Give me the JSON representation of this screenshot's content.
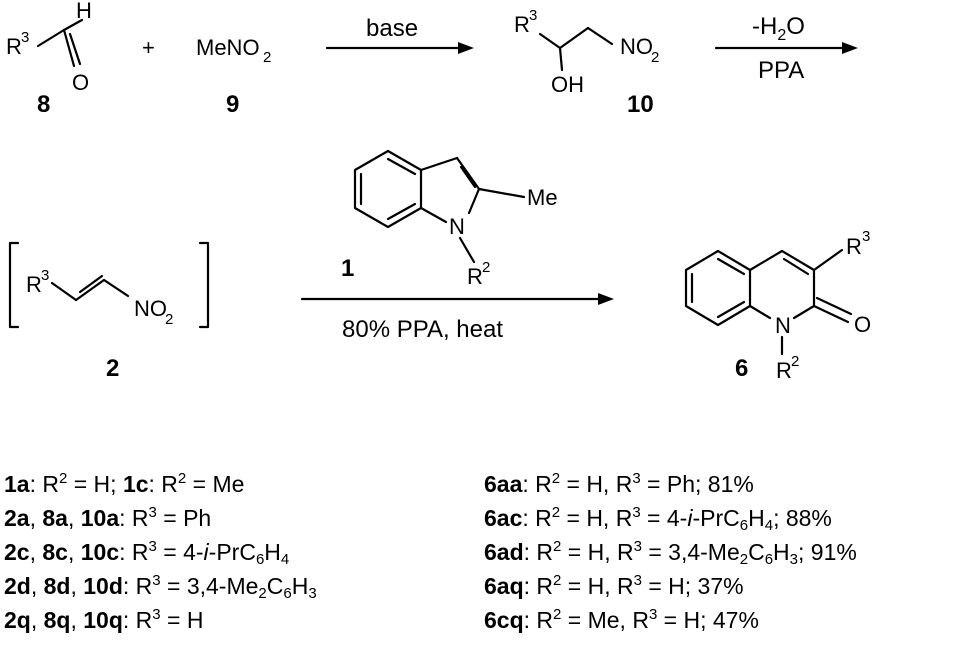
{
  "compound_labels": {
    "c8": "8",
    "c9": "9",
    "c10": "10",
    "c1": "1",
    "c2": "2",
    "c6": "6"
  },
  "atoms": {
    "H": "H",
    "O": "O",
    "OH": "OH",
    "N": "N",
    "R": "R",
    "sup3": "3",
    "sup2": "2",
    "NO": "NO",
    "sub2": "2",
    "Me": "Me",
    "MeNO": "MeNO"
  },
  "symbols": {
    "plus": "+"
  },
  "conditions": {
    "step1": "base",
    "step2_top": "-H",
    "step2_sub": "2",
    "step2_tail": "O",
    "step2_bottom": "PPA",
    "step3_bottom": "80% PPA, heat"
  },
  "legend_left": [
    "1a: R² = H; 1c: R² = Me",
    "2a, 8a, 10a: R³ = Ph",
    "2c, 8c, 10c: R³ = 4-i-PrC₆H₄",
    "2d, 8d, 10d: R³ = 3,4-Me₂C₆H₃",
    "2q, 8q, 10q: R³ = H"
  ],
  "legend_right": [
    "6aa: R² = H, R³ = Ph; 81%",
    "6ac: R² = H, R³ = 4-i-PrC₆H₄; 88%",
    "6ad: R² = H, R³ = 3,4-Me₂C₆H₃; 91%",
    "6aq: R² = H, R³ = H; 37%",
    "6cq: R² = Me, R³ = H; 47%"
  ]
}
